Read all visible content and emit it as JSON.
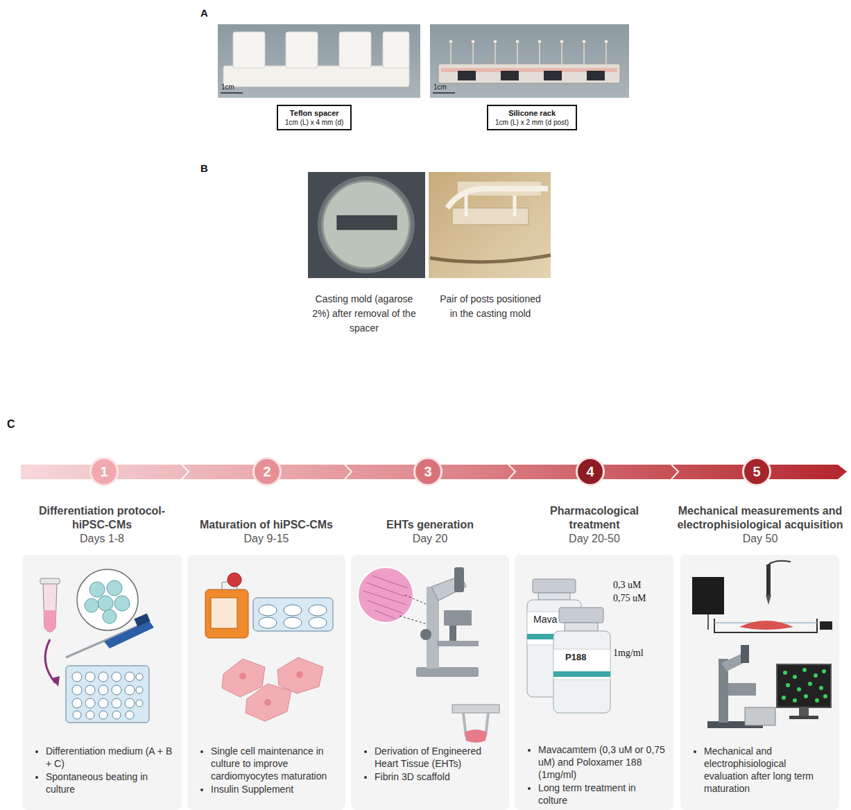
{
  "diagram": {
    "nodes": [
      {
        "text": [
          "Teflon spacer",
          "1cm (L) x 4 mm (d)"
        ]
      },
      {
        "text": [
          "Silicone rack",
          "1cm (L) x 2 mm (d post)"
        ]
      },
      {
        "text": [
          "1"
        ]
      },
      {
        "text": [
          "2"
        ]
      },
      {
        "text": [
          "3"
        ]
      },
      {
        "text": [
          "4"
        ]
      },
      {
        "text": [
          "5"
        ]
      },
      {
        "text": [
          "Differentiation protocol- hiPSC-CMs",
          "Days 1-8",
          "Differentiation medium (A + B + C)",
          "Spontaneous beating in culture"
        ]
      },
      {
        "text": [
          "Maturation of hiPSC-CMs",
          "Day 9-15",
          "Single cell maintenance in culture to improve cardiomyocytes maturation",
          "Insulin Supplement"
        ]
      },
      {
        "text": [
          "EHTs generation",
          "Day 20",
          "Derivation of Engineered Heart Tissue (EHTs)",
          "Fibrin 3D scaffold"
        ]
      },
      {
        "text": [
          "Pharmacological treatment",
          "Day 20-50",
          "Mavacamtem (0,3 uM or 0,75 uM) and Poloxamer 188 (1mg/ml)",
          "Long term treatment in colture"
        ]
      },
      {
        "text": [
          "Mechanical measurements and electrophisiological acquisition",
          "Day 50",
          "Mechanical and electrophisiological evaluation after long term maturation"
        ]
      }
    ],
    "labels": [
      "A",
      "1cm",
      "1cm",
      "B",
      "Casting mold (agarose 2%) after removal of the spacer",
      "Pair of posts positioned in the casting mold",
      "C",
      "Mava",
      "P188",
      "0,3 uM",
      "0,75 uM",
      "1mg/ml"
    ]
  }
}
